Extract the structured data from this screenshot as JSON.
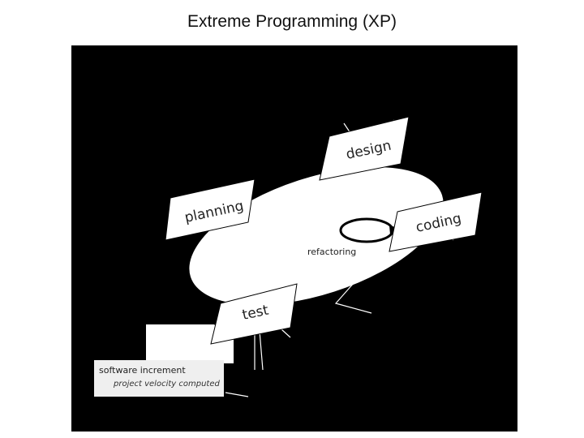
{
  "slide": {
    "title": "Extreme Programming (XP)"
  },
  "diagram": {
    "phases": {
      "design": "design",
      "planning": "planning",
      "coding": "coding",
      "test": "test"
    },
    "loop_label": "refactoring",
    "output_box": {
      "title": "software increment",
      "subtitle": "project velocity computed"
    },
    "colors": {
      "background": "#000000",
      "shapes": "#ffffff",
      "text": "#222222"
    }
  }
}
